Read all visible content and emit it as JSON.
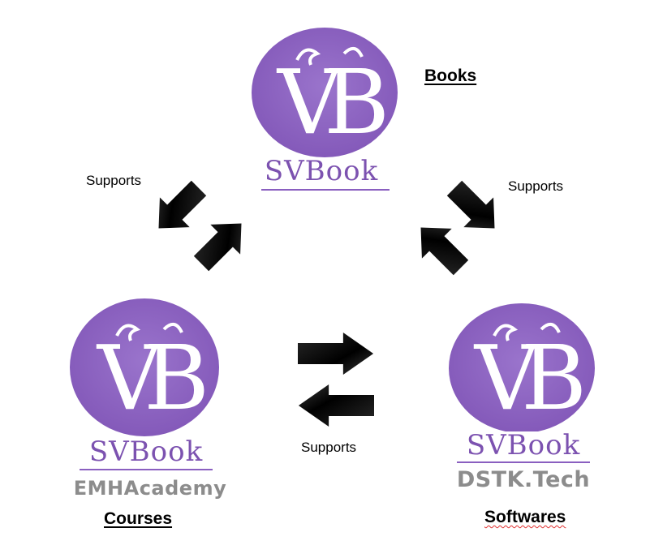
{
  "colors": {
    "purple": "#8b62c0",
    "brand_text": "#7c52b0",
    "arrow": "#000000",
    "grey": "#8c8c8c"
  },
  "nodes": {
    "books": {
      "brand": "SVBook",
      "title": "Books",
      "monogram": "VB"
    },
    "courses": {
      "brand": "SVBook",
      "subbrand": "EMHAcademy",
      "title": "Courses",
      "monogram": "VB"
    },
    "softwares": {
      "brand": "SVBook",
      "subbrand": "DSTK.Tech",
      "title": "Softwares",
      "monogram": "VB"
    }
  },
  "edges": {
    "books_courses": {
      "label": "Supports"
    },
    "books_softwares": {
      "label": "Supports"
    },
    "courses_softwares": {
      "label": "Supports"
    }
  },
  "icons": {
    "logo": "svbook-logo-icon",
    "arrow": "thick-arrow-icon"
  }
}
